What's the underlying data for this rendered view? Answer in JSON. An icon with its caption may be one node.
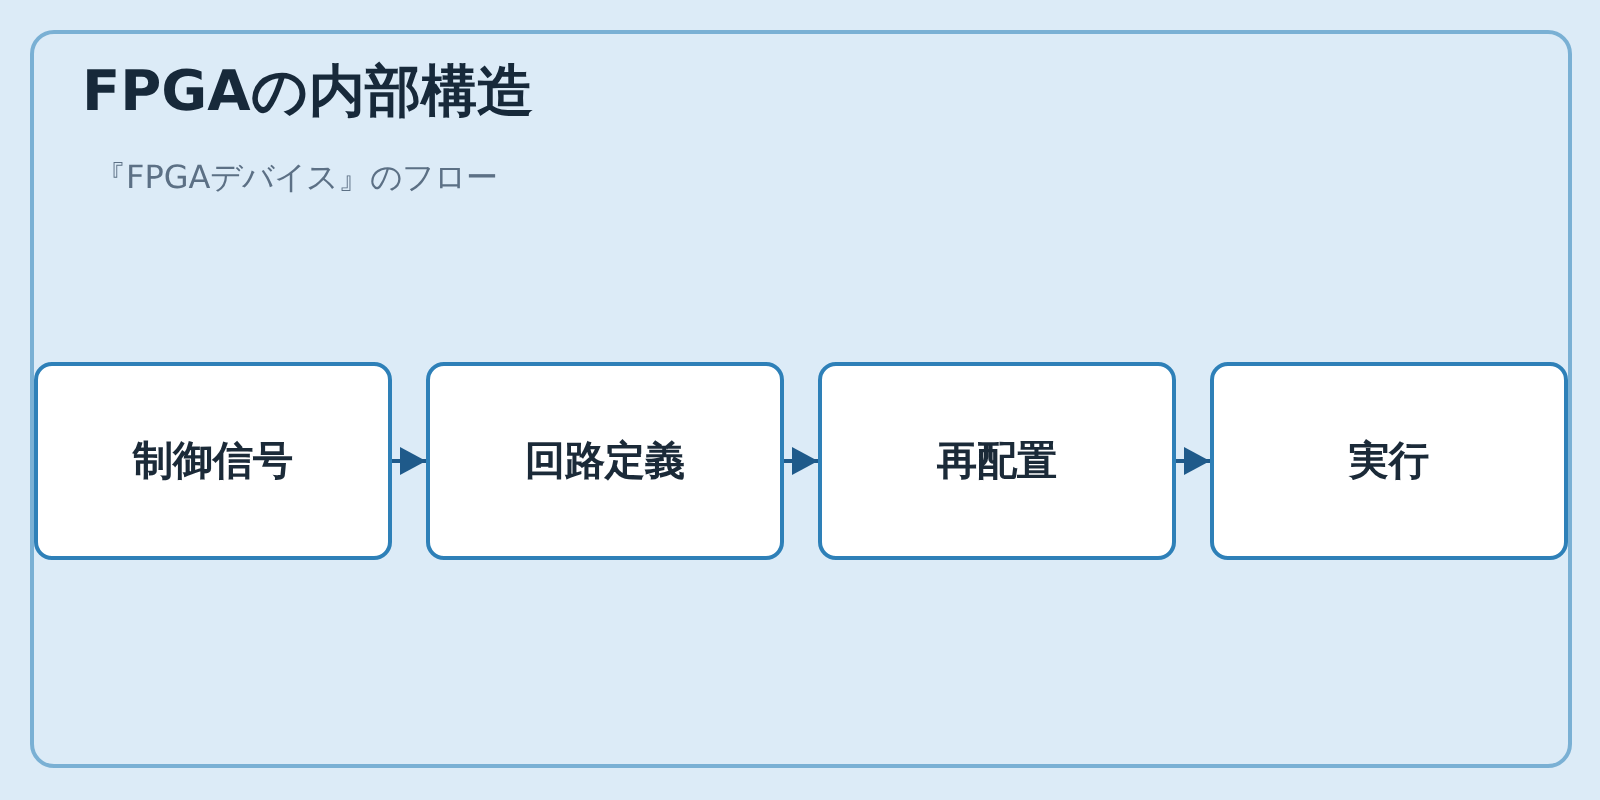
{
  "diagram": {
    "title": "FPGAの内部構造",
    "nodes": [
      {
        "text": [
          "制御信号"
        ]
      },
      {
        "text": [
          "回路定義"
        ]
      },
      {
        "text": [
          "再配置"
        ]
      },
      {
        "text": [
          "実行"
        ]
      }
    ],
    "edges": [
      {
        "from": 0,
        "to": 1,
        "arrow": "to"
      },
      {
        "from": 1,
        "to": 2,
        "arrow": "to"
      },
      {
        "from": 2,
        "to": 3,
        "arrow": "to"
      }
    ],
    "labels": [
      "『FPGAデバイス』のフロー"
    ]
  }
}
